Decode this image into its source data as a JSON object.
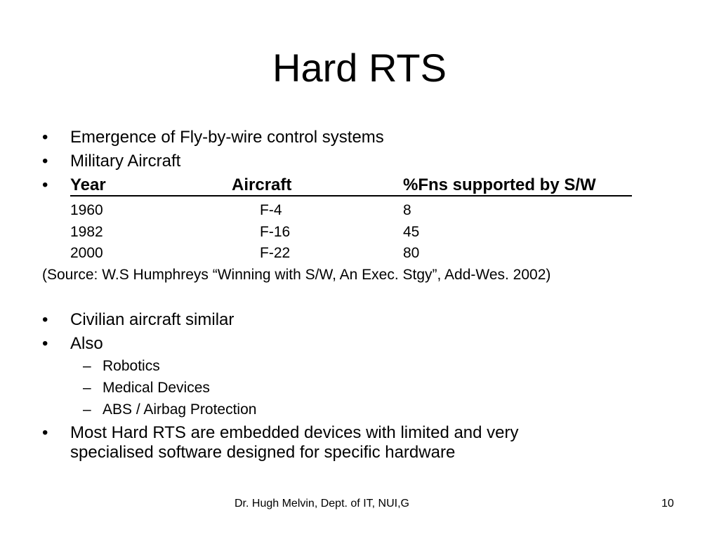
{
  "slide": {
    "title": "Hard RTS",
    "bullet_symbol": "•",
    "sub_bullet_symbol": "–",
    "bullets_top": [
      "Emergence of Fly-by-wire control systems",
      "Military Aircraft"
    ],
    "table": {
      "headers": [
        "Year",
        "Aircraft",
        "%Fns supported by S/W"
      ],
      "rows": [
        [
          "1960",
          "F-4",
          "8"
        ],
        [
          "1982",
          "F-16",
          "45"
        ],
        [
          "2000",
          "F-22",
          "80"
        ]
      ]
    },
    "source": "(Source: W.S Humphreys “Winning with S/W, An Exec. Stgy”, Add-Wes. 2002)",
    "bullets_bottom": [
      "Civilian aircraft similar",
      "Also"
    ],
    "sub_bullets": [
      "Robotics",
      "Medical Devices",
      "ABS / Airbag Protection"
    ],
    "last_bullet": {
      "line1": "Most Hard RTS are embedded devices with limited and very",
      "line2": "specialised software designed for specific hardware"
    }
  },
  "footer": {
    "author": "Dr. Hugh Melvin, Dept. of IT, NUI,G",
    "page_number": "10"
  }
}
